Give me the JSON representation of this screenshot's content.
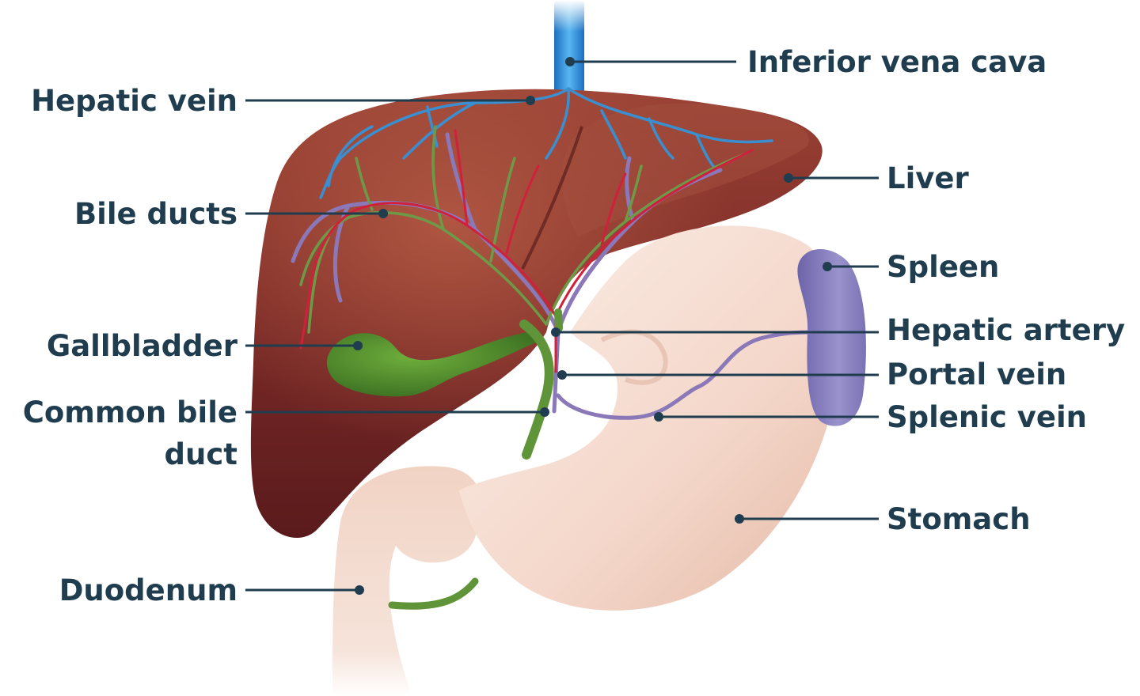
{
  "labels": {
    "inferior_vena_cava": "Inferior vena cava",
    "hepatic_vein": "Hepatic vein",
    "liver": "Liver",
    "bile_ducts": "Bile ducts",
    "spleen": "Spleen",
    "hepatic_artery": "Hepatic artery",
    "gallbladder": "Gallbladder",
    "portal_vein": "Portal vein",
    "common_bile_duct_line1": "Common bile",
    "common_bile_duct_line2": "duct",
    "splenic_vein": "Splenic vein",
    "stomach": "Stomach",
    "duodenum": "Duodenum"
  },
  "colors": {
    "liver_dark": "#5e1c1e",
    "liver_mid": "#7e2c28",
    "liver_light": "#a14a3a",
    "stomach": "#f5dcd0",
    "stomach_shadow": "#e7c2b2",
    "gallbladder": "#4d8a2c",
    "bile_duct": "#6d9a48",
    "hepatic_vein": "#3a8fd0",
    "hepatic_artery": "#d0203c",
    "portal_vein": "#8a78b8",
    "spleen": "#8e86c2",
    "label_text": "#1f3d4f"
  }
}
